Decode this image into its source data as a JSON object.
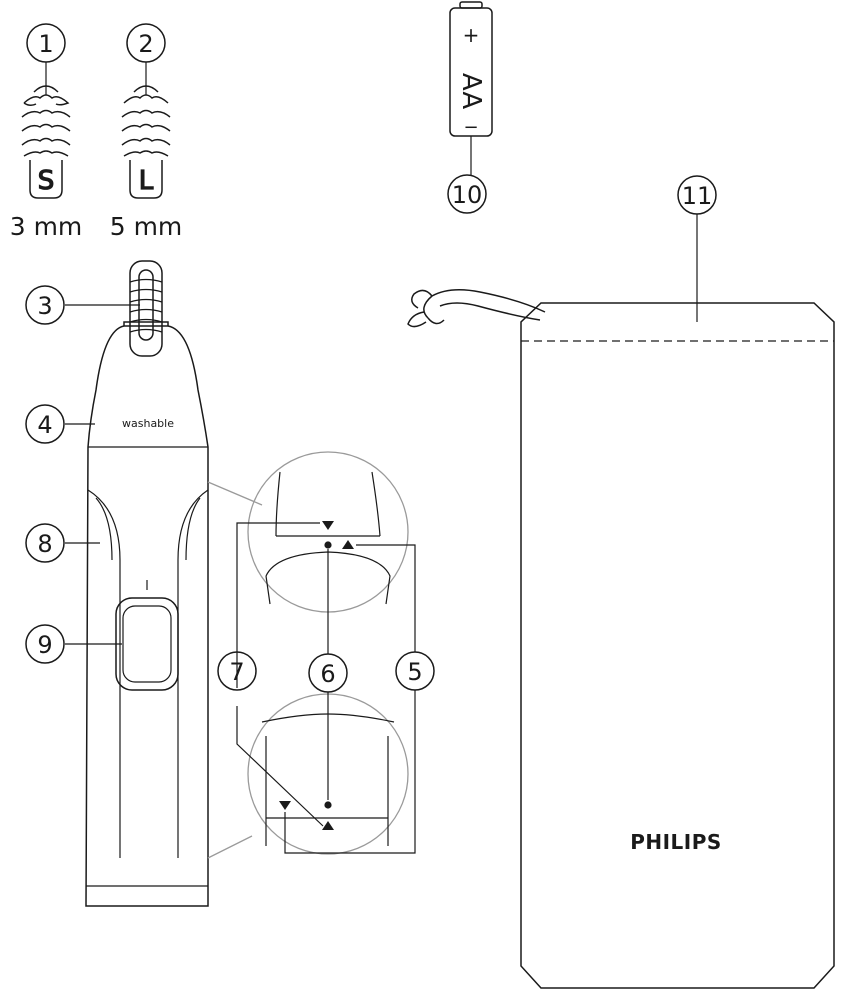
{
  "callouts": {
    "c1": "1",
    "c2": "2",
    "c3": "3",
    "c4": "4",
    "c5": "5",
    "c6": "6",
    "c7": "7",
    "c8": "8",
    "c9": "9",
    "c10": "10",
    "c11": "11"
  },
  "comb_s": {
    "letter": "S",
    "size": "3 mm"
  },
  "comb_l": {
    "letter": "L",
    "size": "5 mm"
  },
  "trimmer": {
    "label": "washable"
  },
  "battery": {
    "plus": "+",
    "type": "AA",
    "minus": "−"
  },
  "pouch": {
    "brand": "PHILIPS"
  },
  "colors": {
    "ink": "#1a1a1a",
    "detail_circle": "#9a9a9a",
    "background": "#ffffff"
  },
  "icons": [
    "comb-s-icon",
    "comb-l-icon",
    "battery-icon",
    "trimmer-icon",
    "pouch-icon"
  ]
}
